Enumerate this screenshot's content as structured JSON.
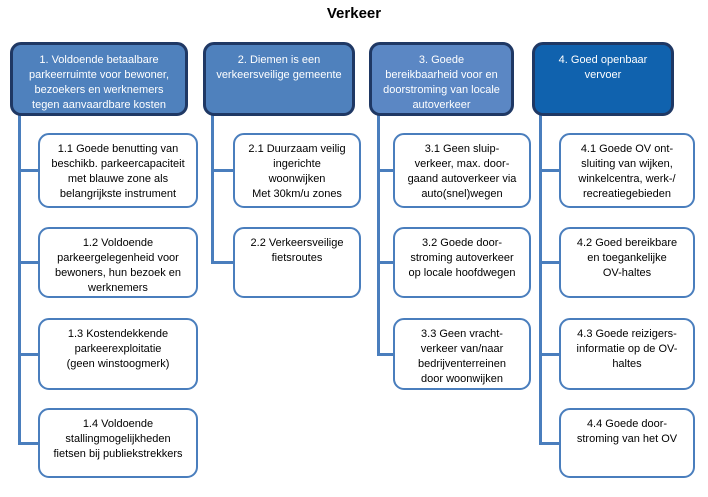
{
  "title": "Verkeer",
  "colors": {
    "goal_fill_primary": "#4f81bd",
    "goal_fill_light": "#5b87c4",
    "goal_fill_dark": "#1062ae",
    "goal_border": "#1f3864",
    "goal_text": "#ffffff",
    "subgoal_border": "#4a7ebd",
    "subgoal_text": "#000000",
    "connector": "#4a7ebd"
  },
  "columns": [
    {
      "header": "1. Voldoende betaalbare\nparkeerruimte voor bewoner,\nbezoekers en werknemers\ntegen aanvaardbare kosten",
      "items": [
        "1.1 Goede benutting van\nbeschikb. parkeercapaciteit\nmet blauwe zone als\nbelangrijkste instrument",
        "1.2 Voldoende\nparkeergelegenheid voor\nbewoners, hun bezoek en\nwerknemers",
        "1.3 Kostendekkende\nparkeerexploitatie\n(geen winstoogmerk)",
        "1.4 Voldoende\nstallingmogelijkheden\nfietsen bij publiekstrekkers"
      ]
    },
    {
      "header": "2. Diemen is een\nverkeersveilige gemeente",
      "items": [
        "2.1 Duurzaam veilig\ningerichte\nwoonwijken\nMet 30km/u zones",
        "2.2 Verkeersveilige\nfietsroutes"
      ]
    },
    {
      "header": "3. Goede\nbereikbaarheid voor en\ndoorstroming van locale\nautoverkeer",
      "items": [
        "3.1 Geen sluip-\nverkeer, max. door-\ngaand autoverkeer via\nauto(snel)wegen",
        "3.2 Goede door-\nstroming autoverkeer\nop locale hoofdwegen",
        "3.3 Geen vracht-\nverkeer van/naar\nbedrijventerreinen\ndoor woonwijken"
      ]
    },
    {
      "header": "4. Goed openbaar\nvervoer",
      "items": [
        "4.1 Goede OV ont-\nsluiting van wijken,\nwinkelcentra, werk-/\nrecreatiegebieden",
        "4.2 Goed bereikbare\nen toegankelijke\nOV-haltes",
        "4.3 Goede reizigers-\ninformatie op de OV-\nhaltes",
        "4.4 Goede door-\nstroming van het OV"
      ]
    }
  ]
}
